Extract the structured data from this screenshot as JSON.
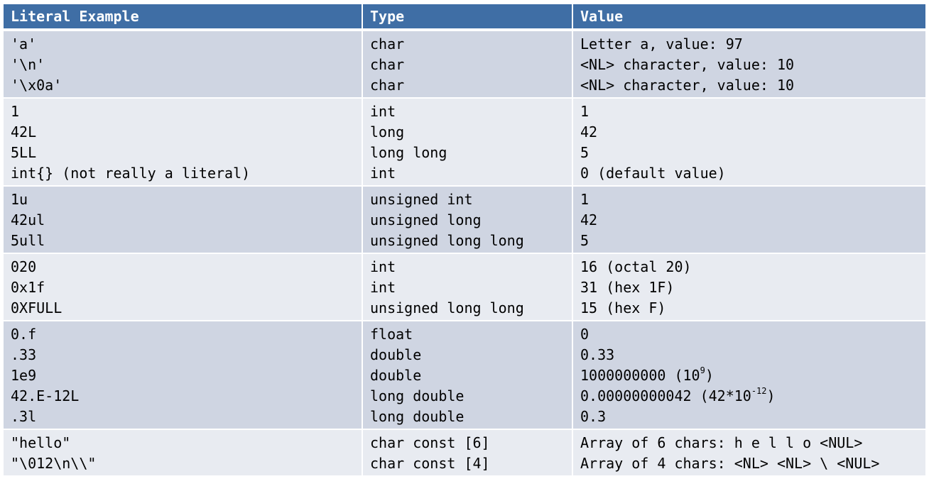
{
  "header": {
    "col1": "Literal Example",
    "col2": "Type",
    "col3": "Value"
  },
  "groups": [
    {
      "rows": [
        {
          "literal": "'a'",
          "type": "char",
          "value": "Letter a, value: 97"
        },
        {
          "literal": "'\\n'",
          "type": "char",
          "value": "<NL> character, value: 10"
        },
        {
          "literal": "'\\x0a'",
          "type": "char",
          "value": "<NL> character, value: 10"
        }
      ]
    },
    {
      "rows": [
        {
          "literal": "1",
          "type": "int",
          "value": "1"
        },
        {
          "literal": "42L",
          "type": "long",
          "value": "42"
        },
        {
          "literal": "5LL",
          "type": "long long",
          "value": "5"
        },
        {
          "literal": "int{} (not really a literal)",
          "type": "int",
          "value": "0 (default value)"
        }
      ]
    },
    {
      "rows": [
        {
          "literal": "1u",
          "type": "unsigned int",
          "value": "1"
        },
        {
          "literal": "42ul",
          "type": "unsigned long",
          "value": "42"
        },
        {
          "literal": "5ull",
          "type": "unsigned long long",
          "value": "5"
        }
      ]
    },
    {
      "rows": [
        {
          "literal": "020",
          "type": "int",
          "value": "16 (octal 20)"
        },
        {
          "literal": "0x1f",
          "type": "int",
          "value": "31 (hex 1F)"
        },
        {
          "literal": "0XFULL",
          "type": "unsigned long long",
          "value": "15 (hex F)"
        }
      ]
    },
    {
      "rows": [
        {
          "literal": "0.f",
          "type": "float",
          "value": "0"
        },
        {
          "literal": ".33",
          "type": "double",
          "value": "0.33"
        },
        {
          "literal": "1e9",
          "type": "double",
          "value": "1000000000 (10",
          "value_sup": "9",
          "value_after": ")"
        },
        {
          "literal": "42.E-12L",
          "type": "long double",
          "value": "0.00000000042 (42*10",
          "value_sup": "-12",
          "value_after": ")"
        },
        {
          "literal": ".3l",
          "type": "long double",
          "value": "0.3"
        }
      ]
    },
    {
      "rows": [
        {
          "literal": "\"hello\"",
          "type": "char const [6]",
          "value": "Array of 6 chars: h e l l o <NUL>"
        },
        {
          "literal": "\"\\012\\n\\\\\"",
          "type": "char const [4]",
          "value": "Array of 4 chars: <NL> <NL> \\ <NUL>"
        }
      ]
    }
  ]
}
